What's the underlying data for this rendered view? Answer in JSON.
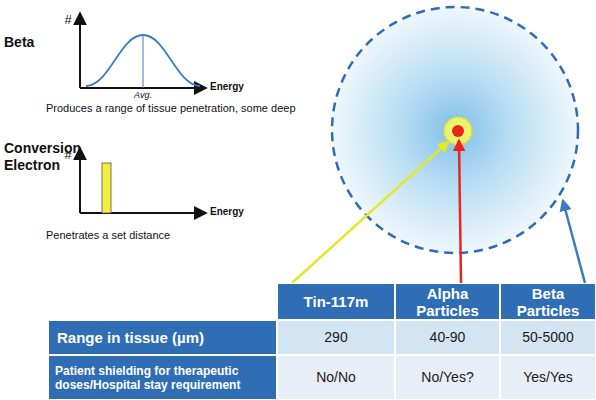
{
  "diagram": {
    "labels": [
      "Beta",
      "#",
      "Avg.",
      "Energy",
      "Produces a range of tissue penetration, some deep",
      "Conversion Electron",
      "#",
      "Energy",
      "Penetrates a set distance",
      "Tin-117m",
      "Alpha Particles",
      "Beta Particles",
      "Range in tissue (µm)",
      "290",
      "40-90",
      "50-5000",
      "Patient shielding for therapeutic doses/Hospital stay requirement",
      "No/No",
      "No/Yes?",
      "Yes/Yes"
    ]
  }
}
